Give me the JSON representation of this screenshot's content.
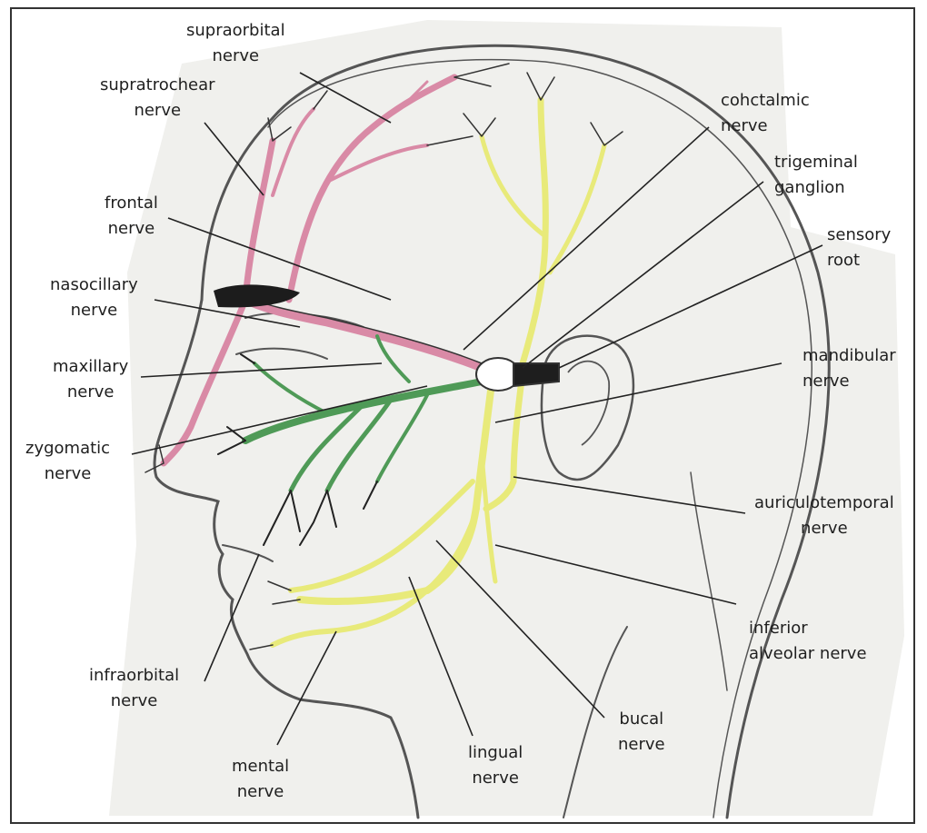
{
  "colors": {
    "nerve_pink": "#d98aa6",
    "nerve_yellow": "#e8ea7a",
    "nerve_green": "#4f9a57",
    "outline": "#555555",
    "leader": "#222222",
    "background_wash": "#efefec"
  },
  "labels": {
    "supraorbital": {
      "l1": "supraorbital",
      "l2": "nerve"
    },
    "supratrochear": {
      "l1": "supratrochear",
      "l2": "nerve"
    },
    "frontal": {
      "l1": "frontal",
      "l2": "nerve"
    },
    "nasocillary": {
      "l1": "nasocillary",
      "l2": "nerve"
    },
    "maxillary": {
      "l1": "maxillary",
      "l2": "nerve"
    },
    "zygomatic": {
      "l1": "zygomatic",
      "l2": "nerve"
    },
    "infraorbital": {
      "l1": "infraorbital",
      "l2": "nerve"
    },
    "mental": {
      "l1": "mental",
      "l2": "nerve"
    },
    "lingual": {
      "l1": "lingual",
      "l2": "nerve"
    },
    "bucal": {
      "l1": "bucal",
      "l2": "nerve"
    },
    "cohctalmic": {
      "l1": "cohctalmic",
      "l2": "nerve"
    },
    "trigeminal": {
      "l1": "trigeminal",
      "l2": "ganglion"
    },
    "sensory": {
      "l1": "sensory",
      "l2": "root"
    },
    "mandibular": {
      "l1": "mandibular",
      "l2": "nerve"
    },
    "auriculotemporal": {
      "l1": "auriculotemporal",
      "l2": "nerve"
    },
    "inferior_alveolar": {
      "l1": "inferior",
      "l2": "alveolar nerve"
    }
  }
}
